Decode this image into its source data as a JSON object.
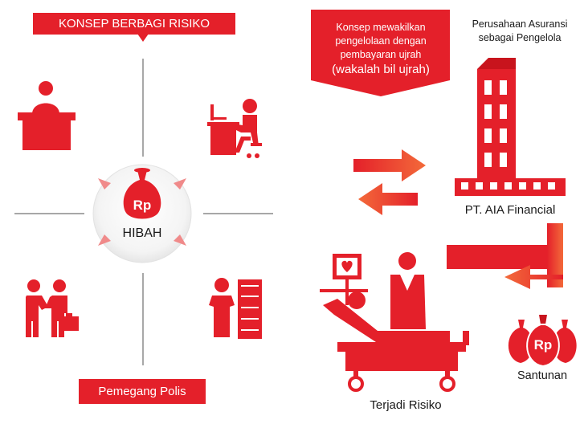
{
  "left_panel": {
    "title": "KONSEP BERBAGI RISIKO",
    "center_label": "HIBAH",
    "center_currency": "Rp",
    "bottom_label": "Pemegang Polis"
  },
  "right_panel": {
    "banner_lines": [
      "Konsep mewakilkan",
      "pengelolaan dengan",
      "pembayaran ujrah",
      "(wakalah bil ujrah)"
    ],
    "insurer_caption_lines": [
      "Perusahaan Asuransi",
      "sebagai Pengelola"
    ],
    "insurer_name": "PT. AIA Financial",
    "payout_label": "Santunan",
    "payout_currency": "Rp",
    "risk_label": "Terjadi Risiko"
  },
  "colors": {
    "brand_red": "#e4202a",
    "dark_red": "#b8121a",
    "divider_gray": "#8a8a8a",
    "text_dark": "#1a1a1a"
  },
  "icons": [
    "person-at-desk-icon",
    "person-at-computer-icon",
    "handshake-icon",
    "person-at-cabinet-icon",
    "money-bag-icon",
    "office-building-icon",
    "exchange-arrows-icon",
    "return-arrow-icon",
    "hospital-bed-icon",
    "money-bags-icon"
  ]
}
